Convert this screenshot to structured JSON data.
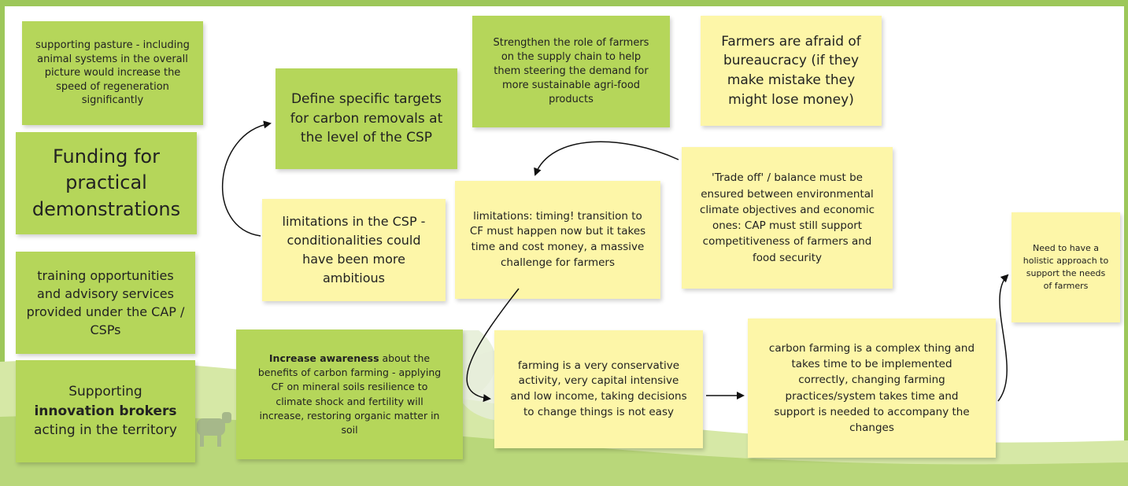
{
  "colors": {
    "green_note": "#b5d65a",
    "yellow_note": "#fdf6a8",
    "frame": "#9dc75a",
    "landscape": "#c9e08f"
  },
  "notes": {
    "pasture": "supporting pasture - including animal systems in the overall picture would increase the speed of regeneration significantly",
    "funding": "Funding for practical demonstrations",
    "training": "training opportunities and advisory services provided under the CAP / CSPs",
    "brokers_pre": "Supporting",
    "brokers_bold": "innovation brokers",
    "brokers_post": "acting in the territory",
    "targets": "Define specific targets for carbon removals at the level of the CSP",
    "limitations_csp": "limitations in the CSP - conditionalities could have been more ambitious",
    "awareness_bold": "Increase awareness",
    "awareness_rest": "about the benefits of carbon farming - applying CF on mineral soils resilience to climate shock and fertility will increase, restoring organic matter in soil",
    "strengthen": "Strengthen the role of farmers on the supply chain to help them steering the demand for more sustainable agri-food products",
    "bureaucracy": "Farmers are afraid of bureaucracy (if they make mistake they might lose money)",
    "timing": "limitations: timing! transition to CF must happen now but it takes time and cost money, a massive challenge for farmers",
    "tradeoff": "'Trade off' / balance must be ensured between environmental climate objectives and economic ones: CAP must still support competitiveness of farmers and food security",
    "conservative": "farming is a very conservative activity, very capital intensive and low income, taking decisions to change things is not easy",
    "complex": "carbon farming is a complex thing and takes time to be implemented correctly, changing farming practices/system takes time and support is needed to accompany the changes",
    "holistic": "Need to have a holistic approach to support the needs of farmers"
  }
}
